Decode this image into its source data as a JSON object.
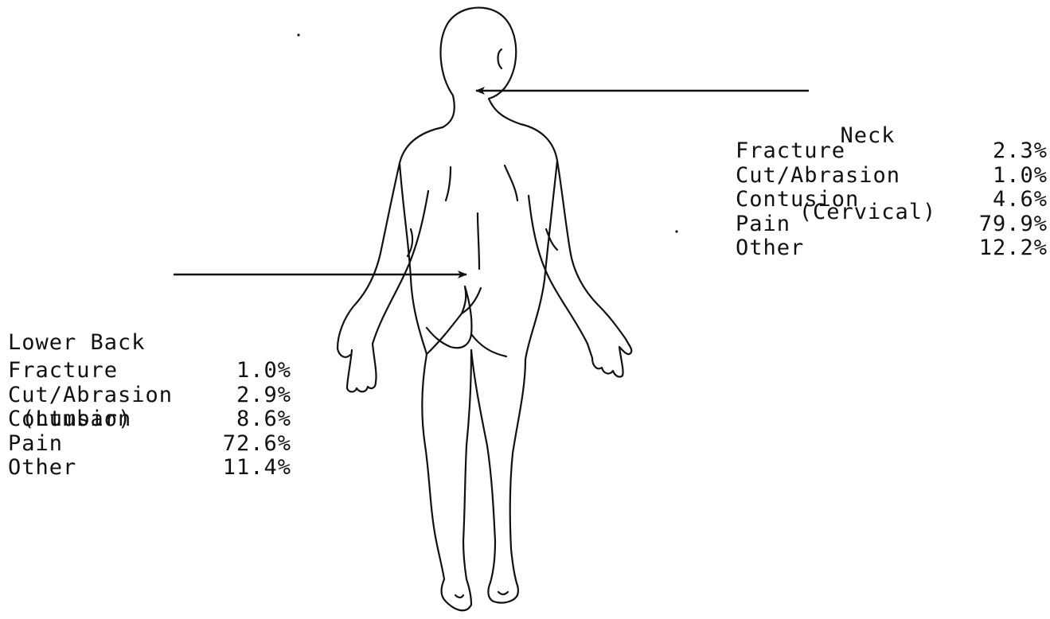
{
  "regions": {
    "neck": {
      "title": "Neck",
      "subtitle": "(Cervical)",
      "rows": [
        {
          "category": "Fracture",
          "value": "2.3%"
        },
        {
          "category": "Cut/Abrasion",
          "value": "1.0%"
        },
        {
          "category": "Contusion",
          "value": "4.6%"
        },
        {
          "category": "Pain",
          "value": "79.9%"
        },
        {
          "category": "Other",
          "value": "12.2%"
        }
      ]
    },
    "lumbar": {
      "title": "Lower Back",
      "subtitle": " (Lumbar)",
      "rows": [
        {
          "category": "Fracture",
          "value": "1.0%"
        },
        {
          "category": "Cut/Abrasion",
          "value": "2.9%"
        },
        {
          "category": "Contusion",
          "value": "8.6%"
        },
        {
          "category": "Pain",
          "value": "72.6%"
        },
        {
          "category": "Other",
          "value": "11.4%"
        }
      ]
    }
  },
  "colors": {
    "ink": "#111111",
    "background": "#ffffff"
  }
}
